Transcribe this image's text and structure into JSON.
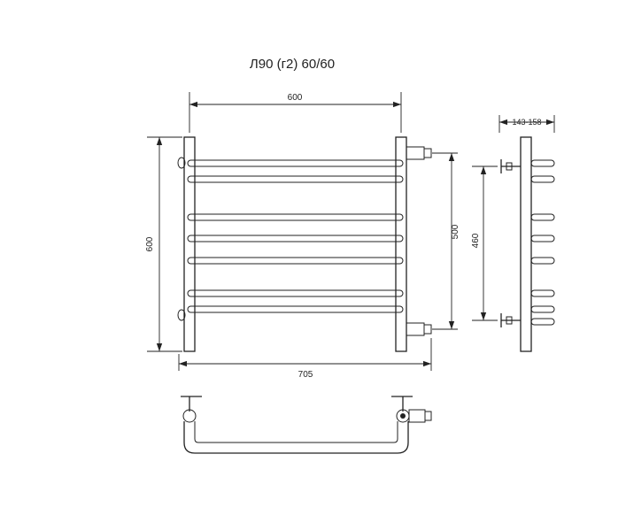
{
  "title": "Л90 (г2) 60/60",
  "dimensions": {
    "top_width": "600",
    "total_width": "705",
    "height_left": "600",
    "height_right": "500",
    "side_height": "460",
    "side_depth": "143-158"
  }
}
